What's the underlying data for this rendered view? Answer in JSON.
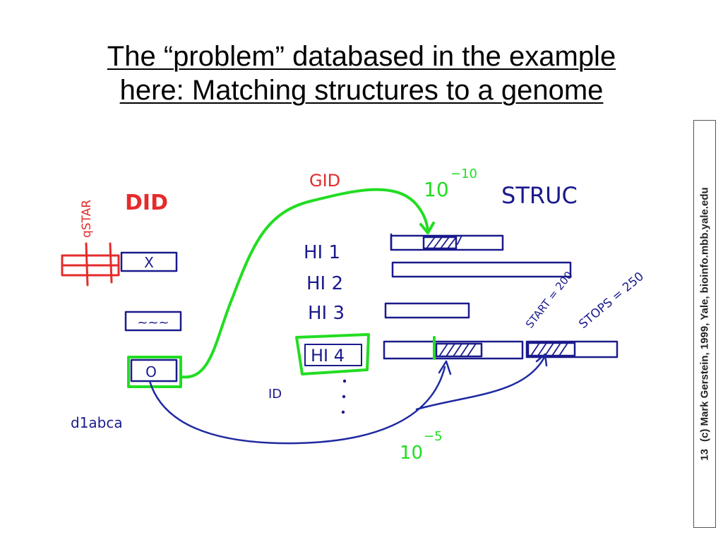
{
  "title": {
    "line1": "The “problem” databased in the example",
    "line2": "here: Matching structures to a genome"
  },
  "sidebar": {
    "page_number": "13",
    "credit": "(c) Mark Gerstein, 1999, Yale, bioinfo.mbb.yale.edu"
  },
  "sketch": {
    "labels": {
      "did": "DID",
      "gid": "GID",
      "struc": "STRUC",
      "qstar": "qSTAR",
      "box_x": "X",
      "box_wave": "~~~",
      "box_o": "O",
      "h1": "HI 1",
      "h2": "HI 2",
      "h3": "HI 3",
      "h4": "HI 4",
      "id": "ID",
      "d1abca": "d1abca",
      "evalue_top": "10",
      "evalue_top_exp": "−10",
      "evalue_bottom": "10",
      "evalue_bottom_exp": "−5",
      "start": "START = 200",
      "stops": "STOPS = 250"
    },
    "colors": {
      "red": "#e52b2b",
      "green": "#22dd22",
      "blue": "#1e2aa0",
      "ink": "#1a1a8c"
    }
  }
}
